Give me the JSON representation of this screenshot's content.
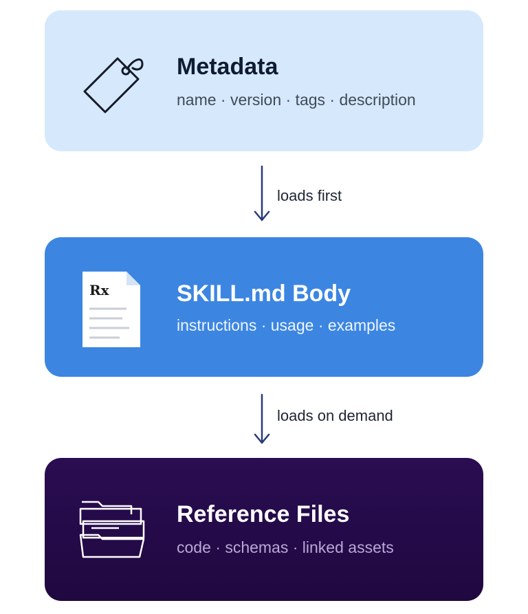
{
  "stages": [
    {
      "title": "Metadata",
      "subtitle": "name · version · tags · description",
      "icon": "tag-icon"
    },
    {
      "title": "SKILL.md Body",
      "subtitle": "instructions · usage · examples",
      "icon": "document-icon"
    },
    {
      "title": "Reference Files",
      "subtitle": "code · schemas · linked assets",
      "icon": "folder-icon"
    }
  ],
  "connectors": [
    {
      "label": "loads first"
    },
    {
      "label": "loads on demand"
    }
  ],
  "colors": {
    "metadata_bg": "#d6e8fb",
    "skill_bg": "#3c86e2",
    "reference_bg": "#2a0d52",
    "arrow": "#283a78"
  }
}
